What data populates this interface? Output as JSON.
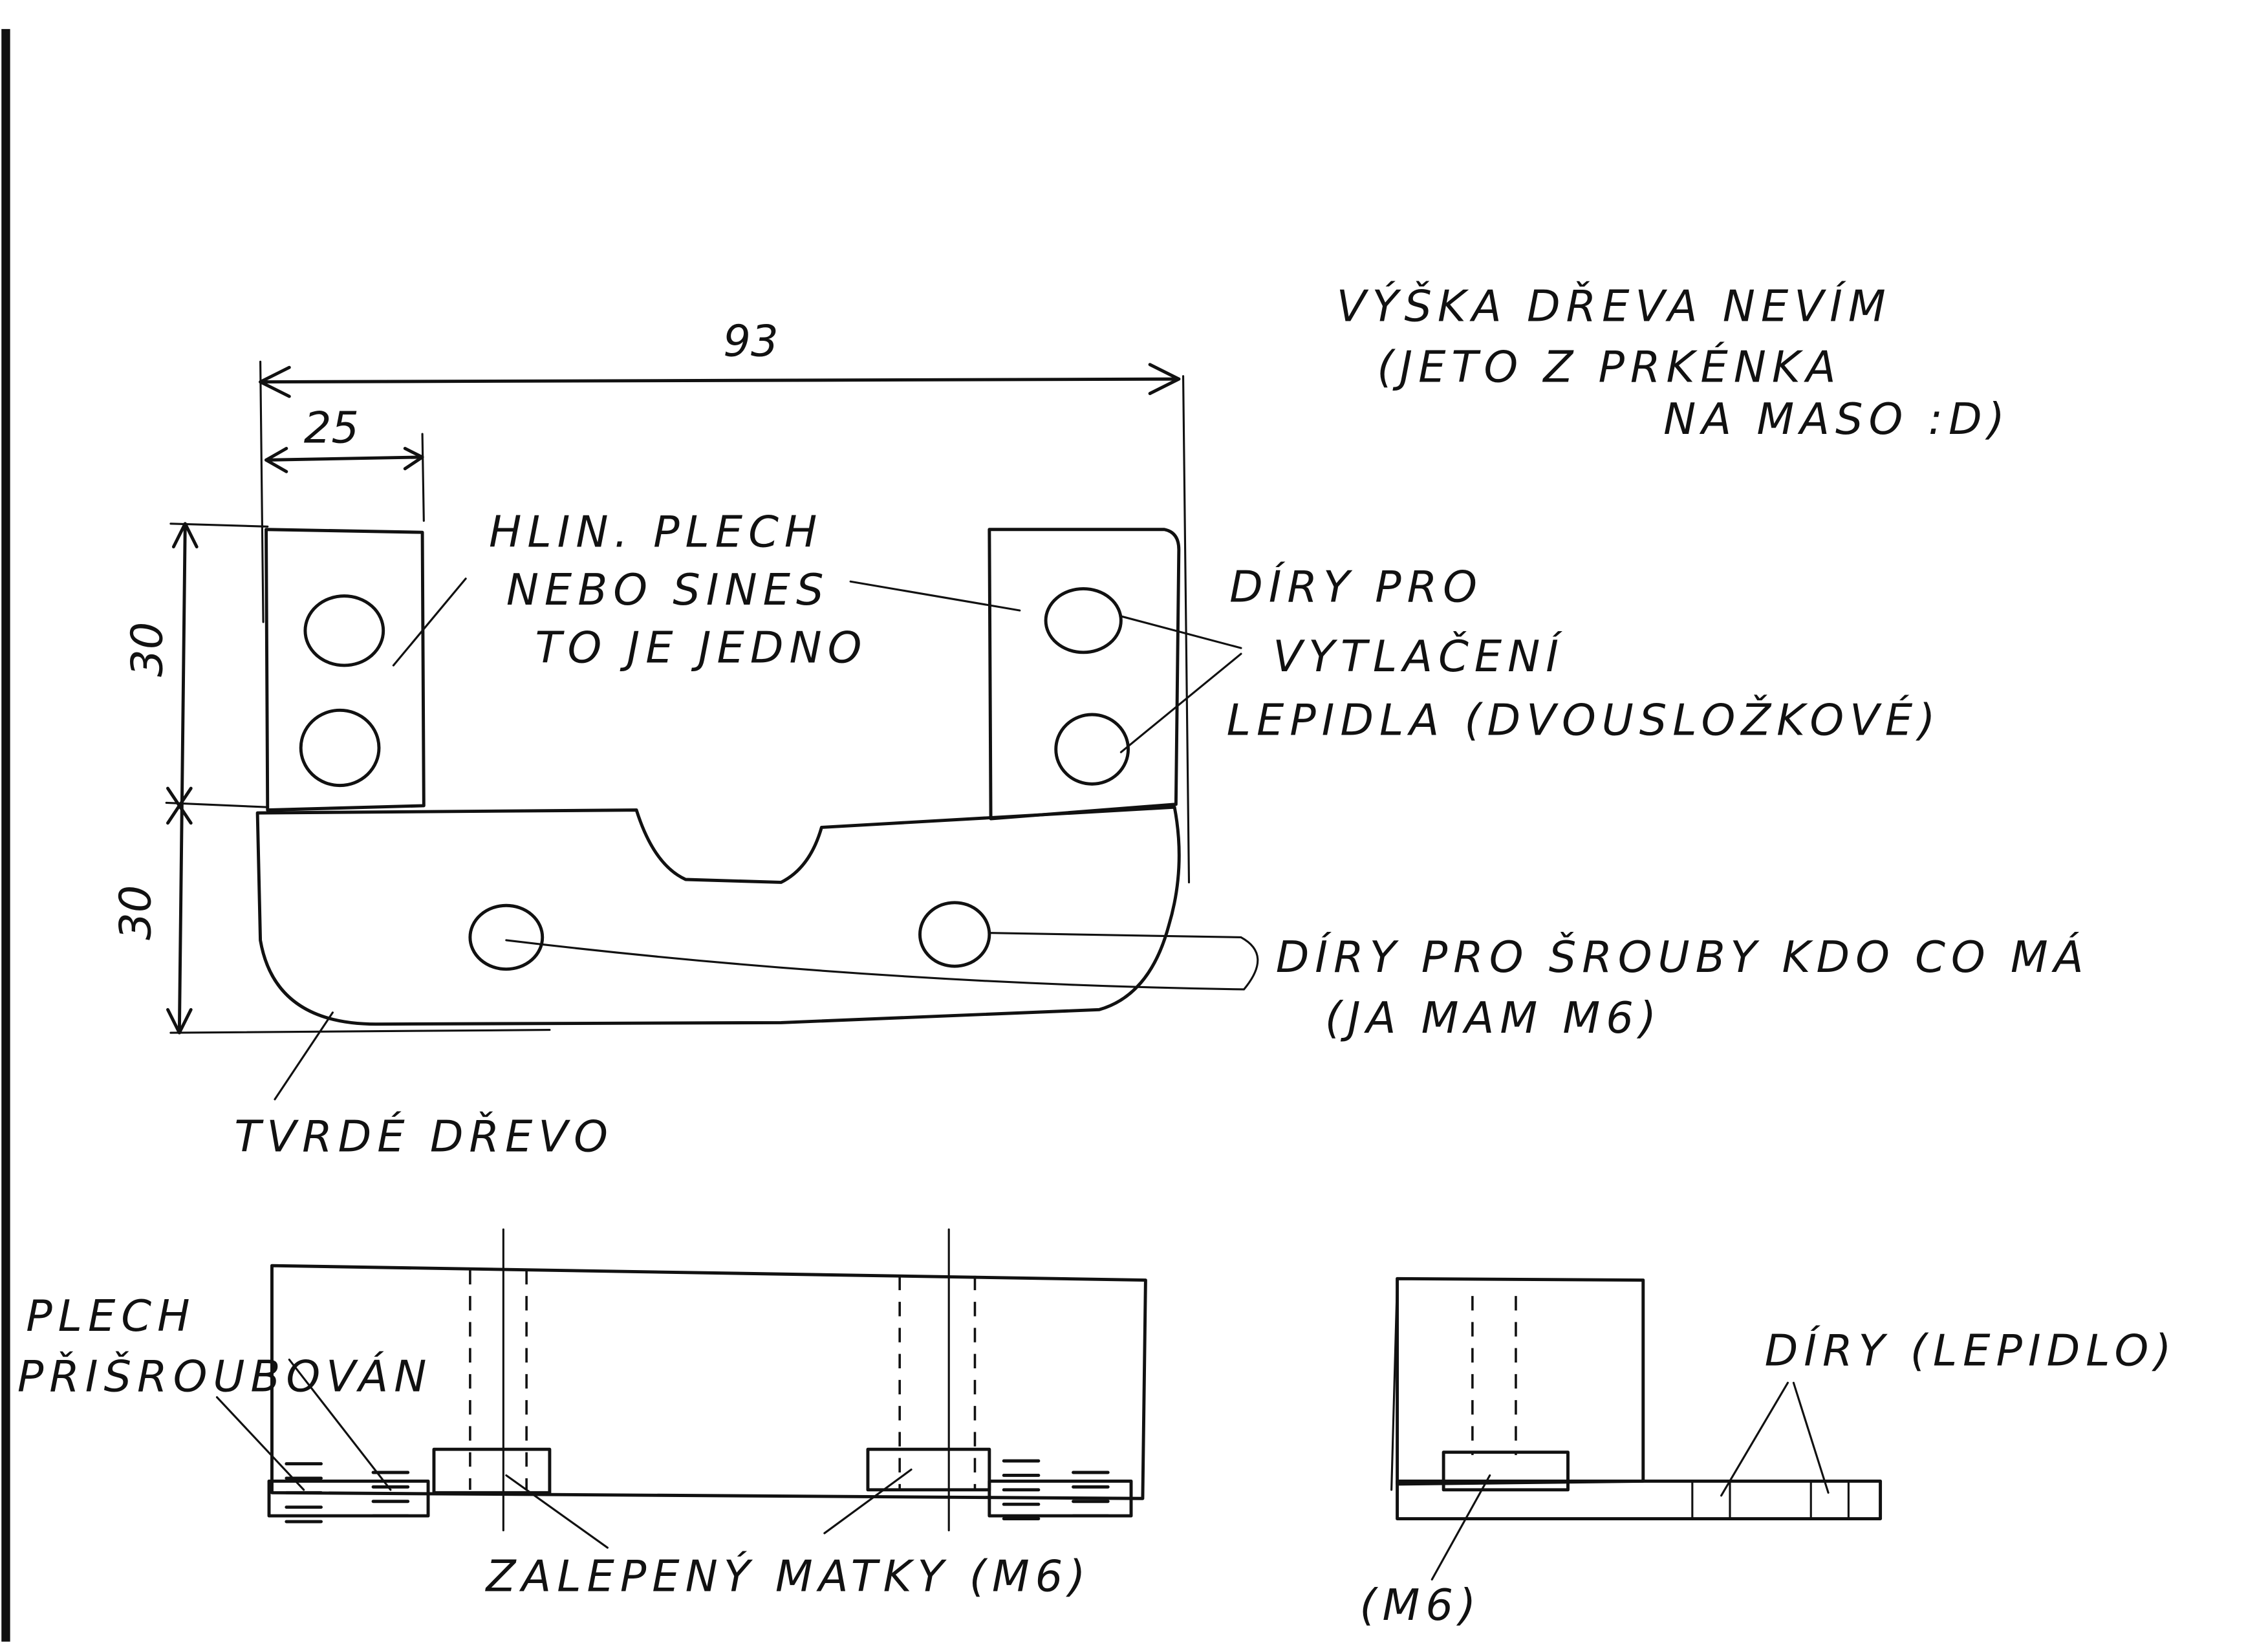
{
  "note": {
    "line1": "VÝŠKA DŘEVA NEVÍM",
    "line2": "(JETO Z PRKÉNKA",
    "line3": "NA MASO :D)"
  },
  "dimensions": {
    "total_width": "93",
    "side_width": "25",
    "upper_height": "30",
    "lower_height": "30"
  },
  "labels": {
    "sheet_line1": "HLIN. PLECH",
    "sheet_line2": "NEBO SINES",
    "sheet_line3": "TO JE JEDNO",
    "glue_holes_line1": "DÍRY PRO",
    "glue_holes_line2": "VYTLAČENÍ",
    "glue_holes_line3": "LEPIDLA (DVOUSLOŽKOVÉ)",
    "screw_holes_line1": "DÍRY PRO ŠROUBY KDO CO MÁ",
    "screw_holes_line2": "(JA MAM M6)",
    "hard_wood": "TVRDÉ DŘEVO",
    "sheet_screwed_line1": "PLECH",
    "sheet_screwed_line2": "PŘIŠROUBOVÁN",
    "glued_nuts": "ZALEPENÝ MATKY (M6)",
    "holes_glue": "DÍRY (LEPIDLO)",
    "nut_size": "(M6)"
  },
  "colors": {
    "ink": "#111111",
    "paper": "#ffffff"
  }
}
